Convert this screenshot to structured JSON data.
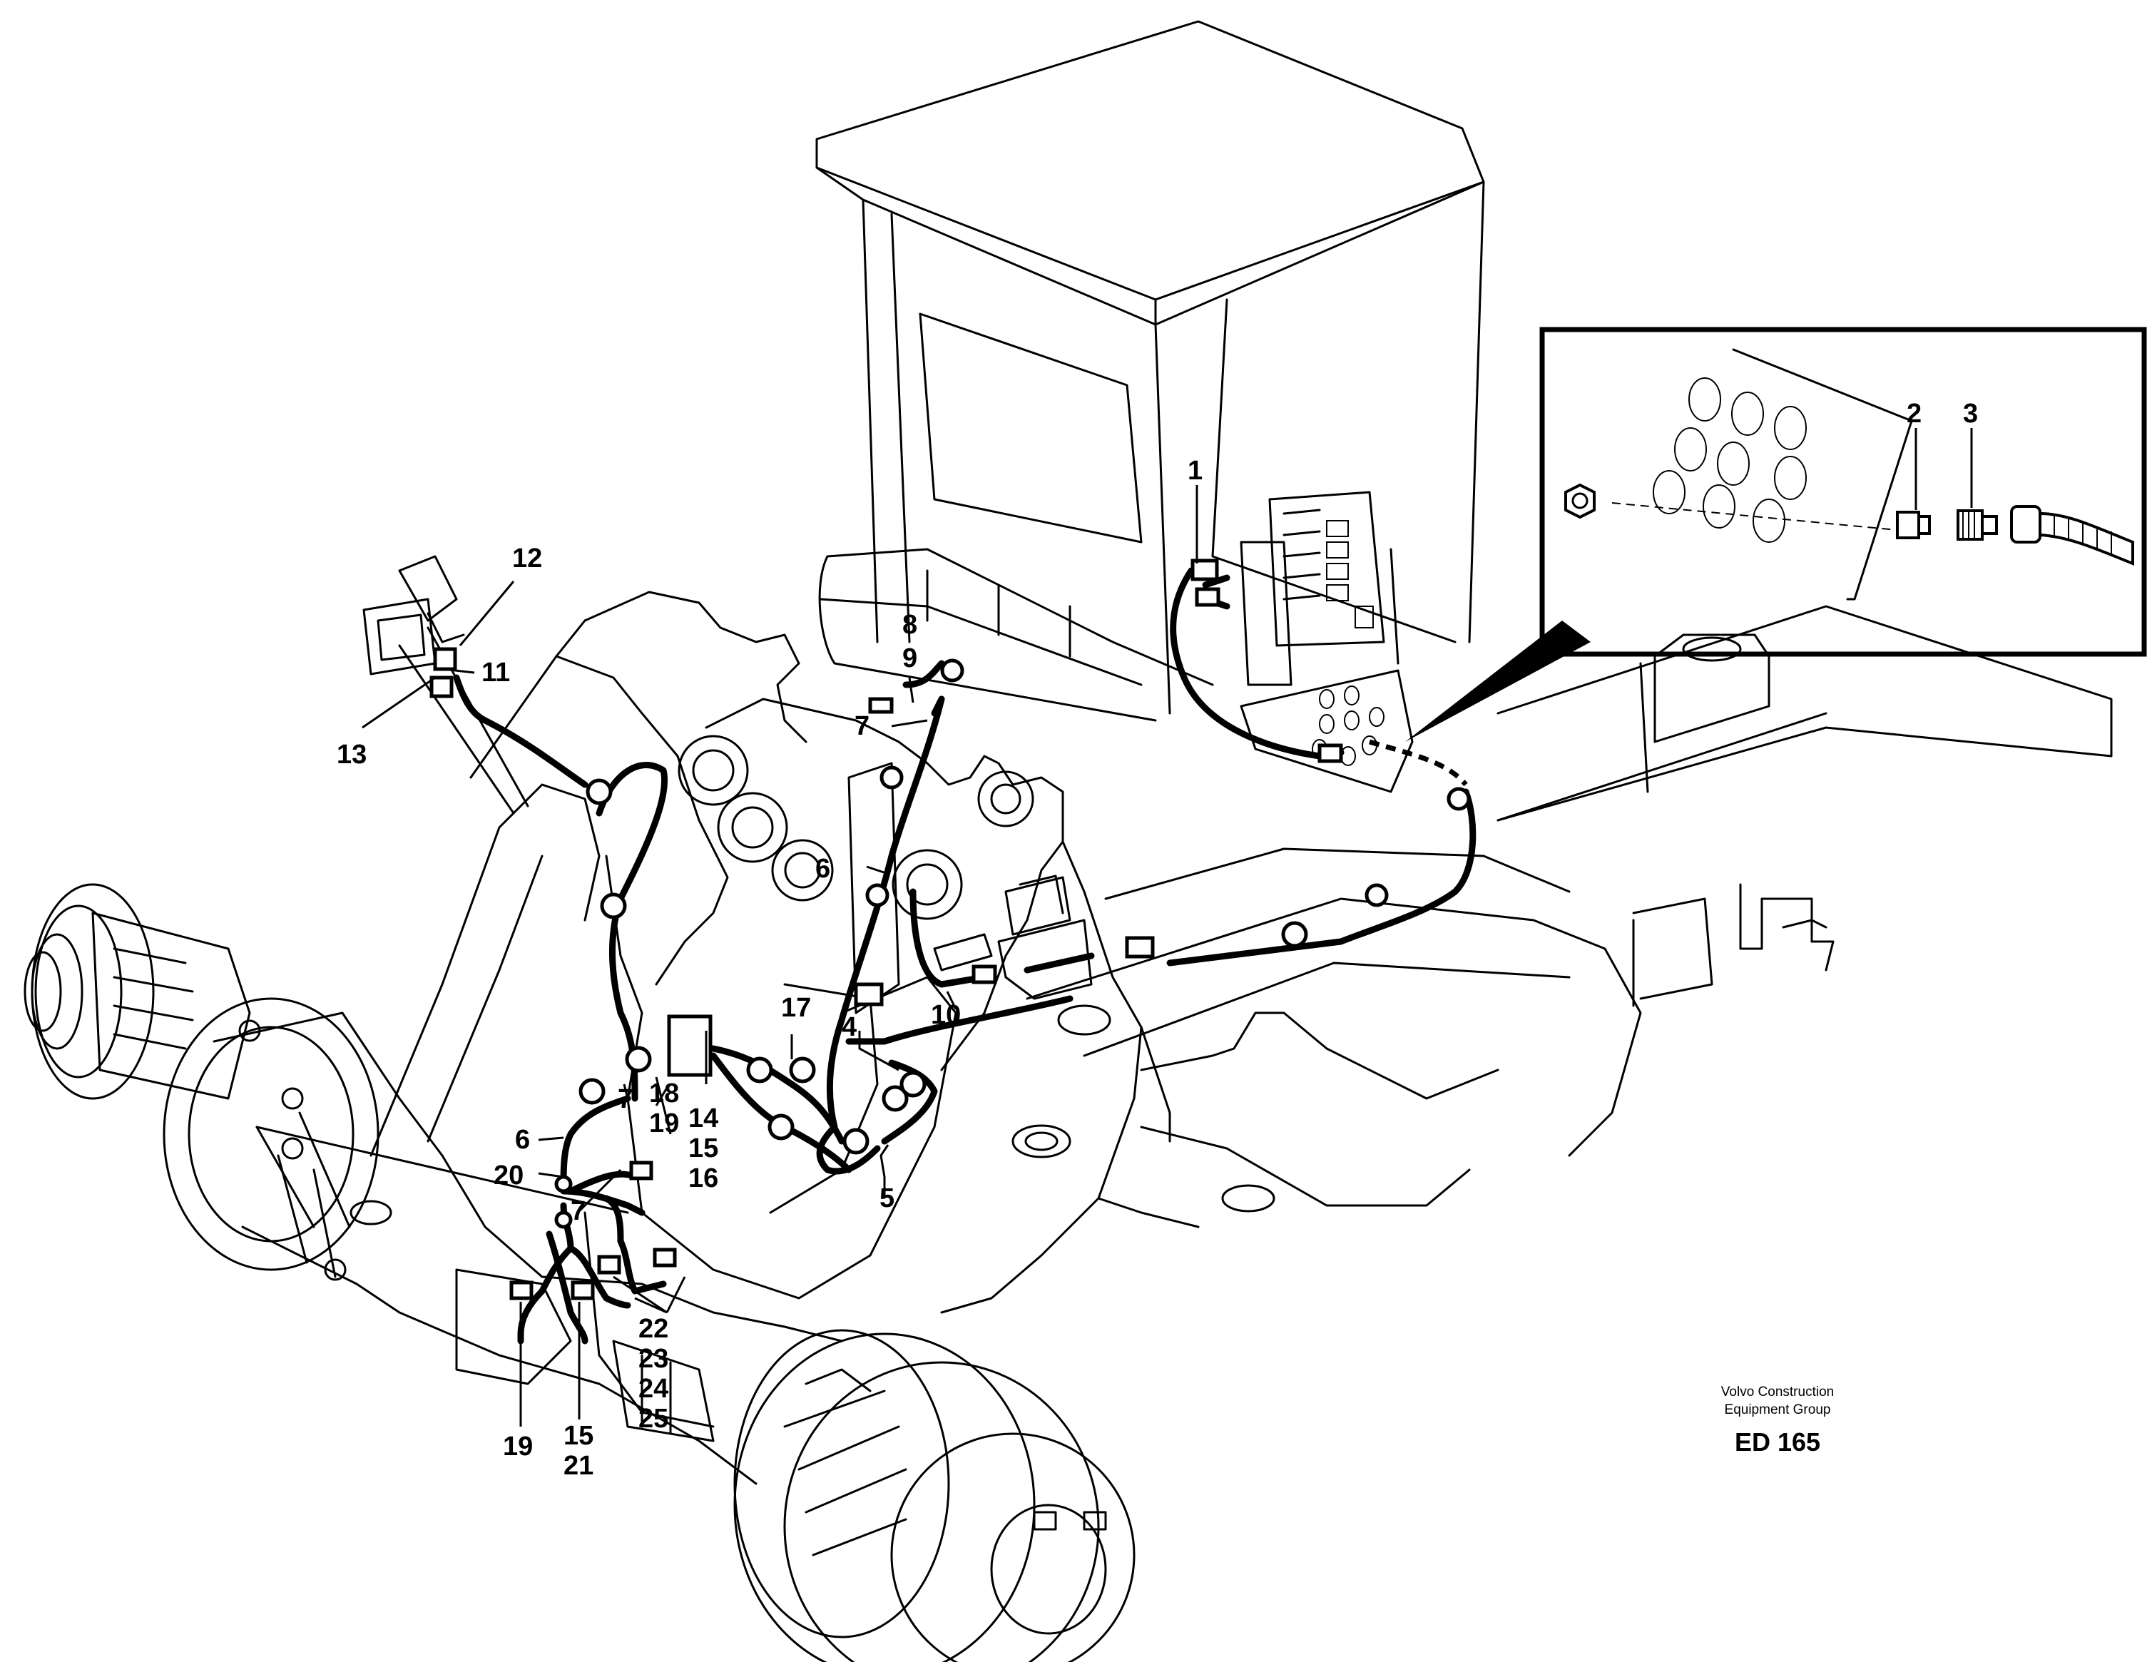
{
  "callouts": {
    "c1": "1",
    "c2": "2",
    "c3": "3",
    "c4": "4",
    "c5": "5",
    "c6a": "6",
    "c6b": "6",
    "c7a": "7",
    "c7b": "7",
    "c7c": "7",
    "c8": "8",
    "c9": "9",
    "c10": "10",
    "c11": "11",
    "c12": "12",
    "c13": "13",
    "c14": "14",
    "c15a": "15",
    "c15b": "15",
    "c16": "16",
    "c17": "17",
    "c18": "18",
    "c19a": "19",
    "c19b": "19",
    "c20": "20",
    "c21": "21",
    "c22": "22",
    "c23": "23",
    "c24": "24",
    "c25": "25"
  },
  "publisher": {
    "line1": "Volvo Construction",
    "line2": "Equipment Group",
    "figure_id": "ED 165"
  }
}
